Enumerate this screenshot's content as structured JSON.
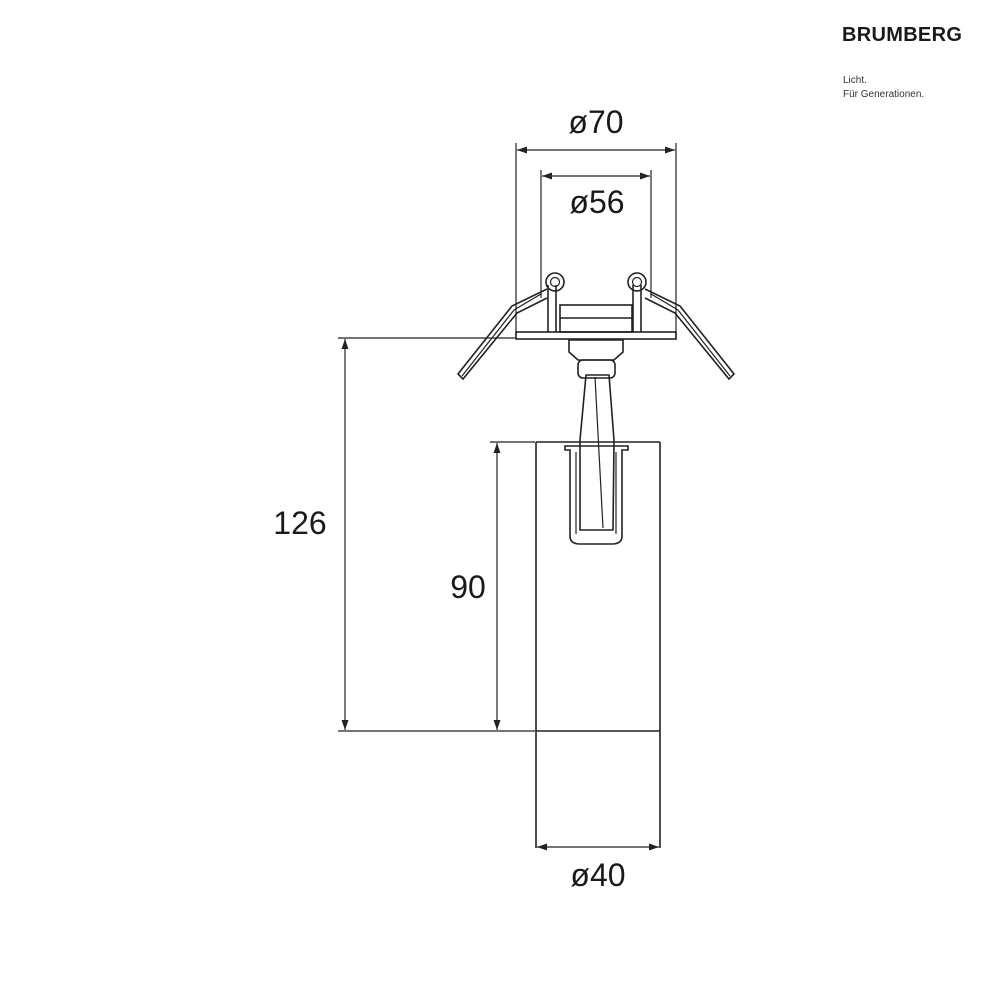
{
  "brand": {
    "name": "BRUMBERG",
    "tagline_line1": "Licht.",
    "tagline_line2": "Für Generationen."
  },
  "dimensions": {
    "outer_diameter": "ø70",
    "inner_diameter": "ø56",
    "total_height": "126",
    "body_height": "90",
    "body_diameter": "ø40"
  }
}
